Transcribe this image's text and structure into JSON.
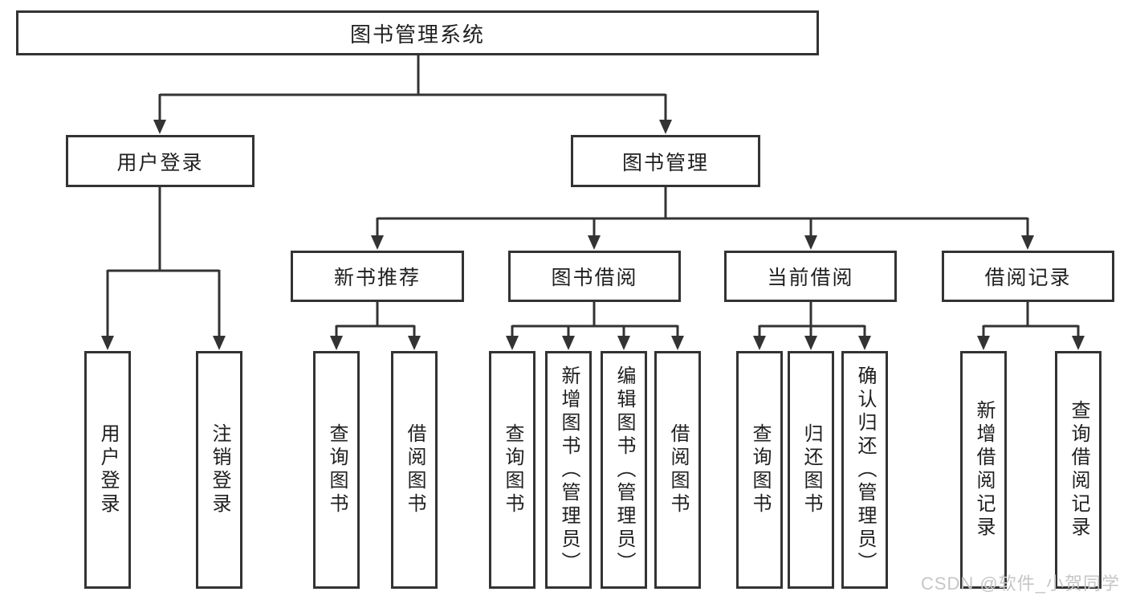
{
  "tree": {
    "root": "图书管理系统",
    "branches": [
      {
        "label": "用户登录",
        "children": [
          "用户登录",
          "注销登录"
        ]
      },
      {
        "label": "图书管理",
        "groups": [
          {
            "label": "新书推荐",
            "children": [
              "查询图书",
              "借阅图书"
            ]
          },
          {
            "label": "图书借阅",
            "children": [
              "查询图书",
              "新增图书（管理员）",
              "编辑图书（管理员）",
              "借阅图书"
            ]
          },
          {
            "label": "当前借阅",
            "children": [
              "查询图书",
              "归还图书",
              "确认归还（管理员）"
            ]
          },
          {
            "label": "借阅记录",
            "children": [
              "新增借阅记录",
              "查询借阅记录"
            ]
          }
        ]
      }
    ]
  },
  "watermark": "CSDN @软件_小贺同学",
  "colors": {
    "line": "#333333",
    "text": "#1f1f1f",
    "watermark": "#c6c6c6",
    "background": "#ffffff"
  }
}
